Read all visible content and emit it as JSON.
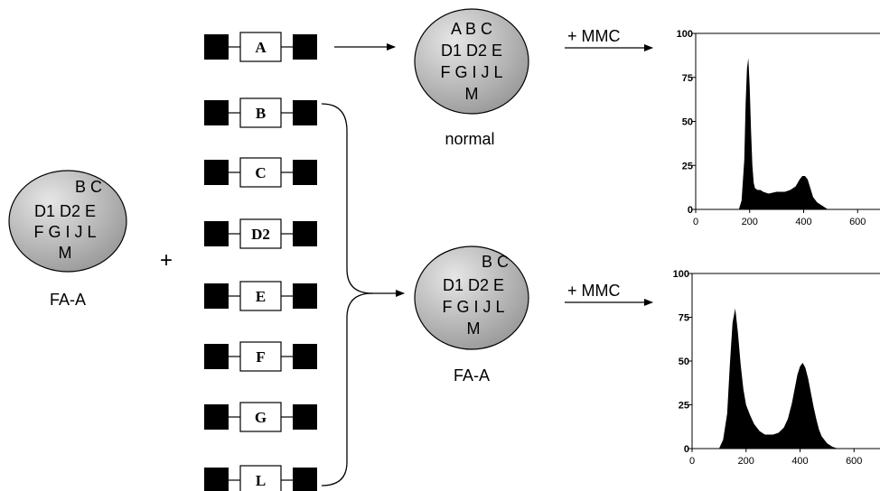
{
  "diagram": {
    "left_cell": {
      "lines": [
        "B C",
        "D1 D2 E",
        "F G I J L",
        "M"
      ],
      "caption": "FA-A"
    },
    "plus_sign": "+",
    "constructs": [
      "A",
      "B",
      "C",
      "D2",
      "E",
      "F",
      "G",
      "L"
    ],
    "top_cell": {
      "lines": [
        "A B C",
        "D1 D2 E",
        "F G I J L",
        "M"
      ],
      "caption": "normal"
    },
    "bottom_cell": {
      "lines": [
        "B C",
        "D1 D2 E",
        "F G I J L",
        "M"
      ],
      "caption": "FA-A"
    },
    "treatment_top": "+ MMC",
    "treatment_bottom": "+ MMC",
    "colors": {
      "cell_fill_light": "#e6e6e6",
      "cell_fill_dark": "#9a9a9a",
      "histogram_fill": "#000000"
    }
  },
  "chart_data": [
    {
      "type": "area",
      "title": "",
      "xlabel": "",
      "ylabel": "",
      "xlim": [
        0,
        800
      ],
      "ylim": [
        0,
        100
      ],
      "x_ticks": [
        "0",
        "200",
        "400",
        "600"
      ],
      "y_ticks": [
        "0",
        "25",
        "50",
        "75",
        "100"
      ],
      "x": [
        160,
        170,
        180,
        185,
        190,
        195,
        200,
        205,
        210,
        215,
        220,
        230,
        240,
        250,
        270,
        300,
        330,
        350,
        370,
        385,
        395,
        405,
        415,
        425,
        435,
        450,
        470,
        490
      ],
      "values": [
        0,
        5,
        28,
        60,
        80,
        86,
        70,
        45,
        25,
        15,
        12,
        11,
        11,
        10,
        9,
        10,
        10,
        11,
        13,
        17,
        19,
        19,
        17,
        12,
        7,
        4,
        2,
        0
      ]
    },
    {
      "type": "area",
      "title": "",
      "xlabel": "",
      "ylabel": "",
      "xlim": [
        0,
        800
      ],
      "ylim": [
        0,
        100
      ],
      "x_ticks": [
        "0",
        "200",
        "400",
        "600"
      ],
      "y_ticks": [
        "0",
        "25",
        "50",
        "75",
        "100"
      ],
      "x": [
        100,
        115,
        130,
        140,
        150,
        160,
        170,
        180,
        190,
        200,
        215,
        230,
        250,
        270,
        300,
        320,
        340,
        355,
        370,
        380,
        390,
        400,
        410,
        420,
        430,
        440,
        450,
        460,
        470,
        480,
        500,
        520,
        540
      ],
      "values": [
        0,
        5,
        20,
        48,
        72,
        80,
        66,
        48,
        34,
        25,
        19,
        14,
        10,
        8,
        8,
        9,
        12,
        17,
        26,
        34,
        42,
        47,
        49,
        46,
        40,
        32,
        24,
        17,
        11,
        7,
        3,
        1,
        0
      ]
    }
  ]
}
